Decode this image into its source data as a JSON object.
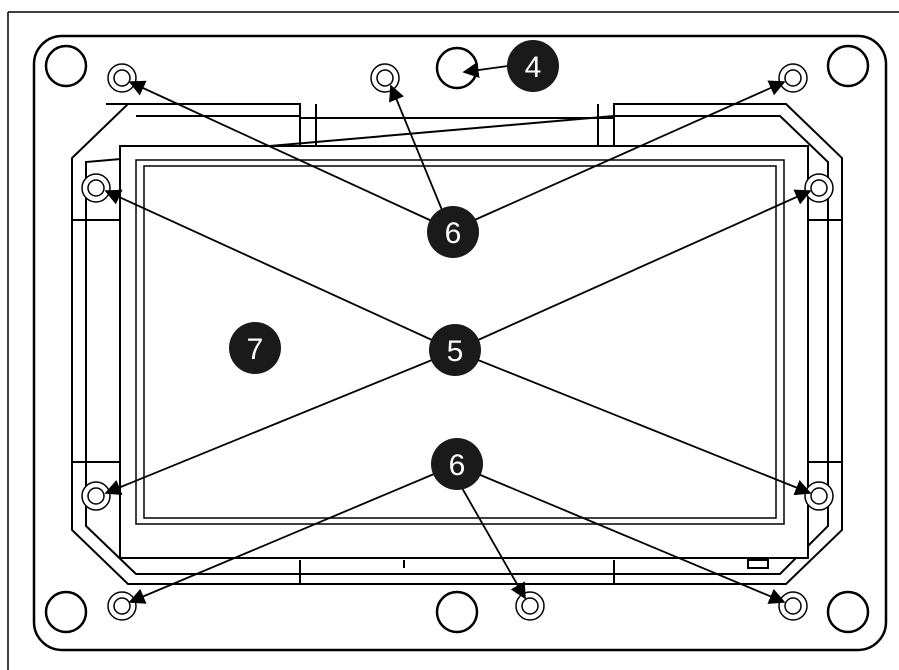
{
  "diagram": {
    "callouts": [
      {
        "id": "c4",
        "label": "4"
      },
      {
        "id": "c6-top",
        "label": "6"
      },
      {
        "id": "c5",
        "label": "5"
      },
      {
        "id": "c7",
        "label": "7"
      },
      {
        "id": "c6-bottom",
        "label": "6"
      }
    ],
    "colors": {
      "stroke": "#000000",
      "callout_fill": "#1a1a1a",
      "callout_text": "#ffffff",
      "background": "#ffffff"
    }
  }
}
